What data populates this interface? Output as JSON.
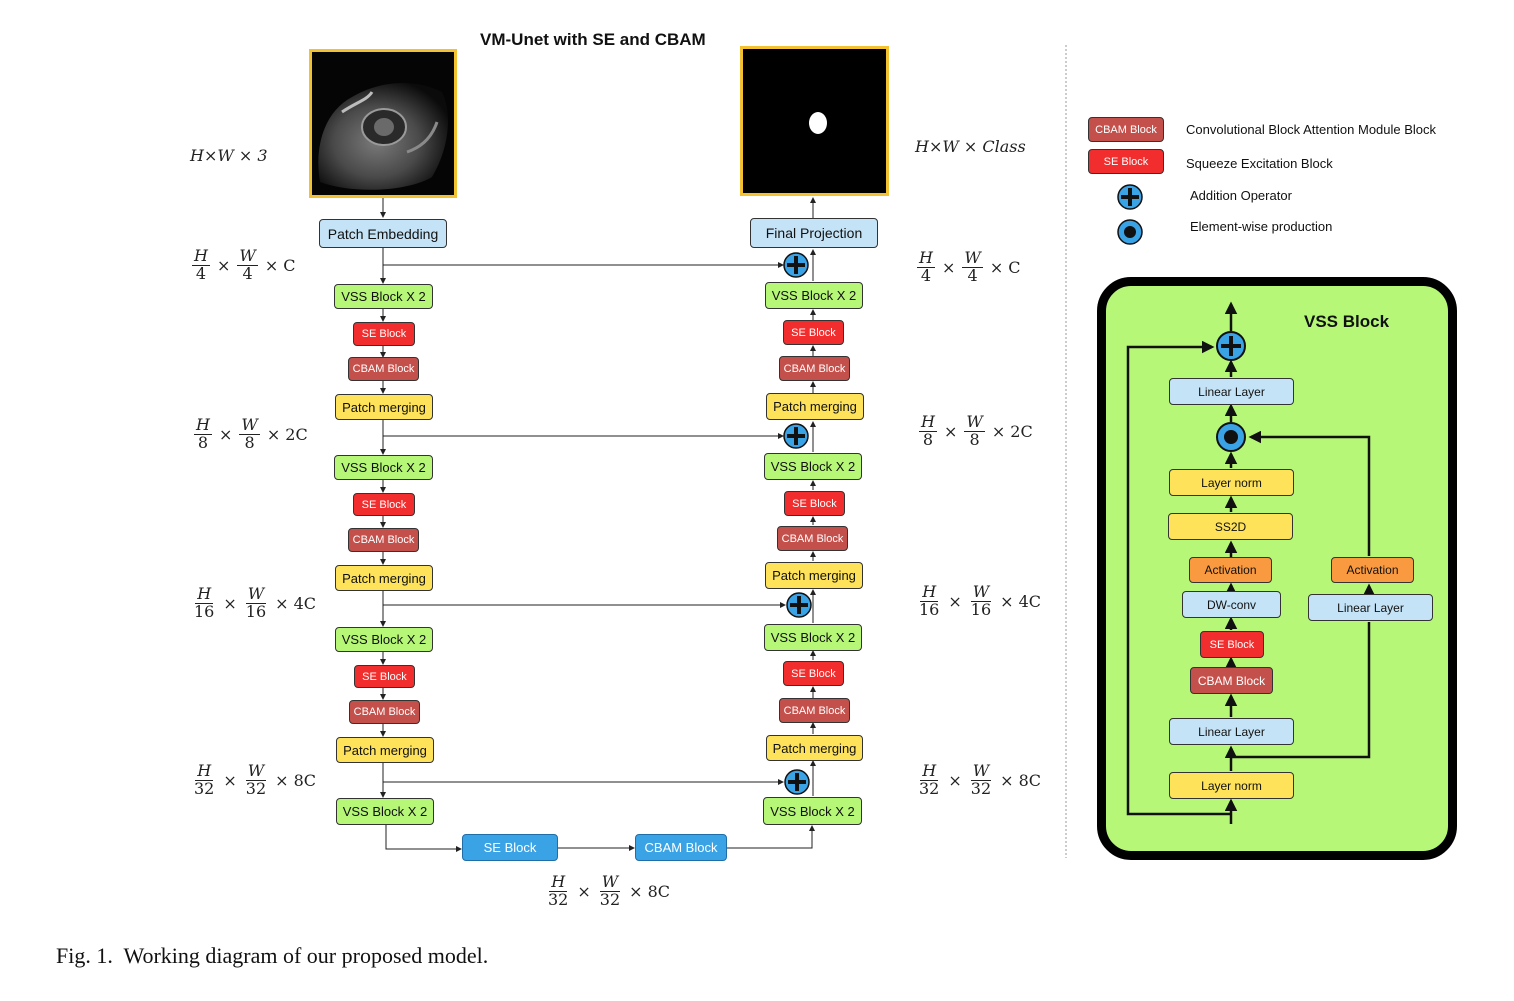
{
  "title": "VM-Unet with SE and CBAM",
  "caption": "Fig. 1.  Working diagram of our proposed model.",
  "input_dim": "H×W × 3",
  "output_dim": "H×W × Class",
  "encoder": {
    "patch_embedding": "Patch Embedding",
    "vss": "VSS Block  X 2",
    "se": "SE Block",
    "cbam": "CBAM Block",
    "merging": "Patch merging"
  },
  "decoder": {
    "final_projection": "Final Projection",
    "vss": "VSS Block  X 2",
    "se": "SE Block",
    "cbam": "CBAM Block",
    "merging": "Patch merging"
  },
  "bottleneck": {
    "se": "SE Block",
    "cbam": "CBAM Block"
  },
  "dims": {
    "d4": {
      "num1": "H",
      "den1": "4",
      "num2": "W",
      "den2": "4",
      "times": "×",
      "tail": "× C"
    },
    "d8": {
      "num1": "H",
      "den1": "8",
      "num2": "W",
      "den2": "8",
      "times": "×",
      "tail": "× 2C"
    },
    "d16": {
      "num1": "H",
      "den1": "16",
      "num2": "W",
      "den2": "16",
      "times": "×",
      "tail": "× 4C"
    },
    "d32": {
      "num1": "H",
      "den1": "32",
      "num2": "W",
      "den2": "32",
      "times": "×",
      "tail": "× 8C"
    }
  },
  "legend": {
    "cbam_tag": "CBAM Block",
    "cbam_desc": "Convolutional Block Attention Module Block",
    "se_tag": "SE Block",
    "se_desc": "Squeeze Excitation Block",
    "add_desc": "Addition Operator",
    "mul_desc": "Element-wise production"
  },
  "vss_block": {
    "title": "VSS Block",
    "linear_top": "Linear Layer",
    "layer_norm_top": "Layer norm",
    "ss2d": "SS2D",
    "activation_left": "Activation",
    "dwconv": "DW-conv",
    "se": "SE Block",
    "cbam": "CBAM Block",
    "linear_bottom": "Linear Layer",
    "layer_norm_bottom": "Layer norm",
    "activation_right": "Activation",
    "linear_right": "Linear Layer"
  },
  "colors": {
    "image_border": "#f2c233",
    "vss_panel_bg": "#b7f777",
    "se": "#f12d2d",
    "cbam": "#c4504b",
    "operator": "#3aa3e6"
  }
}
